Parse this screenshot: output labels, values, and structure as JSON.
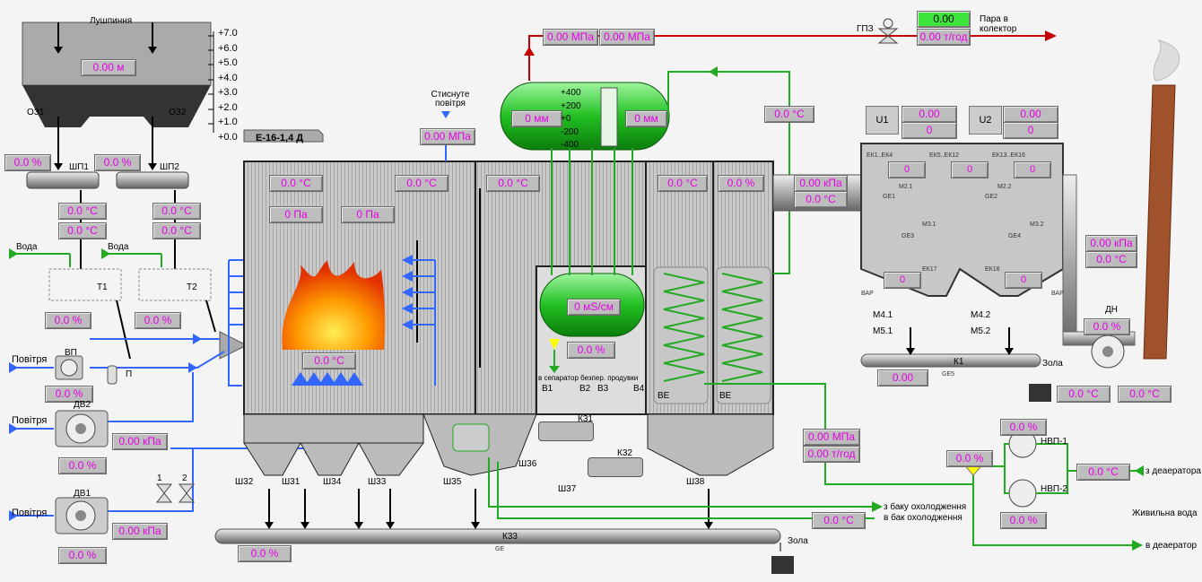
{
  "colors": {
    "value_text": "#e600e6",
    "water": "#22aa22",
    "air": "#3366ff",
    "steam": "#c40000",
    "furnace": "#b4b4b4",
    "drum": "#22cc22"
  },
  "hopper": {
    "title": "Лушпиння",
    "level": "0.00 м",
    "scale": [
      "+7.0",
      "+6.0",
      "+5.0",
      "+4.0",
      "+3.0",
      "+2.0",
      "+1.0",
      "+0.0"
    ],
    "oz1": "ОЗ1",
    "oz2": "ОЗ2"
  },
  "feeders": {
    "shp1_label": "ШП1",
    "shp2_label": "ШП2",
    "shp1_pct": "0.0 %",
    "shp2_pct": "0.0 %",
    "t_left_1": "0.0 °C",
    "t_left_2": "0.0 °C",
    "t_right_1": "0.0 °C",
    "t_right_2": "0.0 °C",
    "voda1": "Вода",
    "voda2": "Вода",
    "t1": "Т1",
    "t2": "Т2",
    "t1_pct": "0.0 %",
    "t2_pct": "0.0 %"
  },
  "air": {
    "vp": "ВП",
    "p": "П",
    "povitrya1": "Повітря",
    "povitrya2": "Повітря",
    "povitrya3": "Повітря",
    "vp_pct": "0.0 %",
    "dv2": "ДВ2",
    "dv2_press": "0.00 кПа",
    "dv2_pct": "0.0 %",
    "dv1": "ДВ1",
    "dv1_press": "0.00 кПа",
    "dv1_pct": "0.0 %",
    "v1": "1",
    "v2": "2"
  },
  "boiler": {
    "name": "Е-16-1,4 Д",
    "compressed_air": "Стиснуте повітря",
    "ca_press": "0.00 МПа",
    "t1": "0.0 °C",
    "t2": "0.0 °C",
    "t3": "0.0 °C",
    "t4": "0.0 °C",
    "pct": "0.0 %",
    "p1": "0 Па",
    "p2": "0 Па",
    "flame_t": "0.0 °C",
    "be1": "ВЕ",
    "be2": "ВЕ"
  },
  "drum": {
    "scale": [
      "+400",
      "+200",
      "+0",
      "-200",
      "-400"
    ],
    "left": "0 мм",
    "right": "0 мм"
  },
  "steam": {
    "p1": "0.00 МПа",
    "p2": "0.00 МПа",
    "gpz": "ГПЗ",
    "flow_top": "0.00",
    "flow": "0.00 т/год",
    "dest": "Пара в колектор"
  },
  "separator": {
    "value": "0 мS/см",
    "pct": "0.0 %",
    "note": "в сепаратор безпер. продувки",
    "b1": "В1",
    "b2": "В2",
    "b3": "В3",
    "b4": "В4"
  },
  "outlet": {
    "press": "0.00 кПа",
    "temp": "0.0 °C"
  },
  "filter": {
    "u1": "U1",
    "u2": "U2",
    "u1_v1": "0.00",
    "u1_v2": "0",
    "u2_v1": "0.00",
    "u2_v2": "0",
    "ek1": "ЕК1..ЕК4",
    "ek5": "ЕК5..ЕК12",
    "ek13": "ЕК13..ЕК16",
    "ek17": "ЕК17",
    "ek18": "ЕК18",
    "v_ek1": "0",
    "v_ek5": "0",
    "v_ek13": "0",
    "v_ek17": "0",
    "v_ek18": "0",
    "m21": "М2.1",
    "m22": "М2.2",
    "m31": "М3.1",
    "m32": "М3.2",
    "ge1": "GE1",
    "ge2": "GE2",
    "ge3": "GE3",
    "ge4": "GE4",
    "bar": "ВАР",
    "m41": "М4.1",
    "m51": "М5.1",
    "m42": "М4.2",
    "m52": "М5.2",
    "k1": "К1",
    "ge5": "GE5",
    "k1_val": "0.00",
    "zola": "Зола"
  },
  "chimney": {
    "press": "0.00 кПа",
    "temp": "0.0 °C",
    "dn": "ДН",
    "dn_pct": "0.0 %",
    "t_a": "0.0 °C",
    "t_b": "0.0 °C"
  },
  "bottom": {
    "sh32": "Ш32",
    "sh31": "Ш31",
    "sh34": "Ш34",
    "sh33": "Ш33",
    "sh35": "Ш35",
    "sh36": "Ш36",
    "sh37": "Ш37",
    "sh38": "Ш38",
    "k31": "К31",
    "k32": "К32",
    "k33": "К33",
    "ge": "GE",
    "k33_pct": "0.0 %",
    "zola": "Зола"
  },
  "cooling": {
    "from": "з баку охолодження",
    "to": "в бак охолодження",
    "temp": "0.0 °C"
  },
  "feedwater": {
    "press": "0.00 МПа",
    "flow": "0.00 т/год",
    "valve_pct": "0.0 %",
    "nvp1": "НВП-1",
    "nvp2": "НВП-2",
    "nvp1_pct": "0.0 %",
    "nvp2_pct": "0.0 %",
    "temp": "0.0 °C",
    "from": "з деаератора",
    "label": "Живильна вода",
    "to": "в деаератор"
  }
}
